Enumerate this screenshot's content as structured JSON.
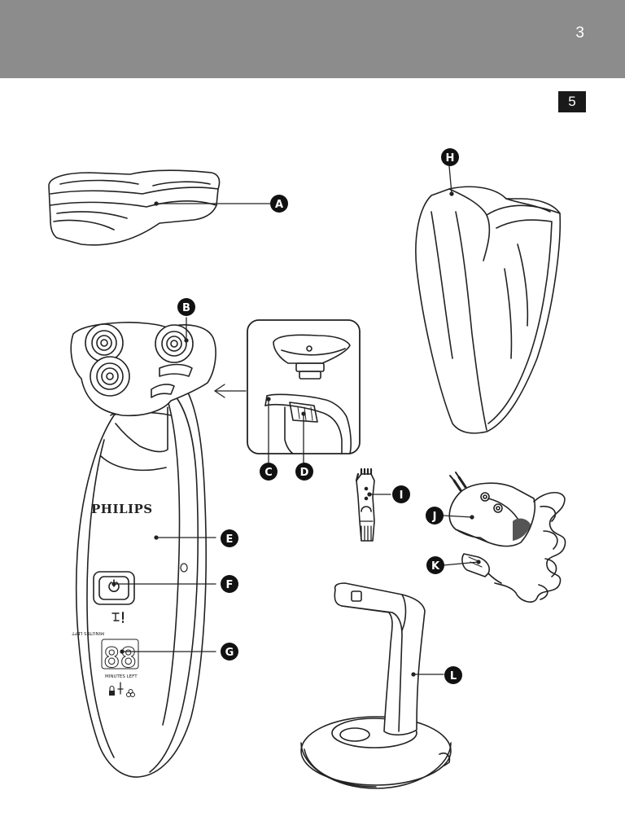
{
  "header": {
    "page_number": "3",
    "colors": {
      "bar": "#8c8c8c"
    }
  },
  "figure": {
    "number": "5"
  },
  "shaver": {
    "brand": "PHILIPS",
    "display_digits": "88",
    "display_label_top": "MINUTES LEFT",
    "display_label_bottom": "MINUTES LEFT"
  },
  "callouts": {
    "A": "A",
    "B": "B",
    "C": "C",
    "D": "D",
    "E": "E",
    "F": "F",
    "G": "G",
    "H": "H",
    "I": "I",
    "J": "J",
    "K": "K",
    "L": "L"
  }
}
